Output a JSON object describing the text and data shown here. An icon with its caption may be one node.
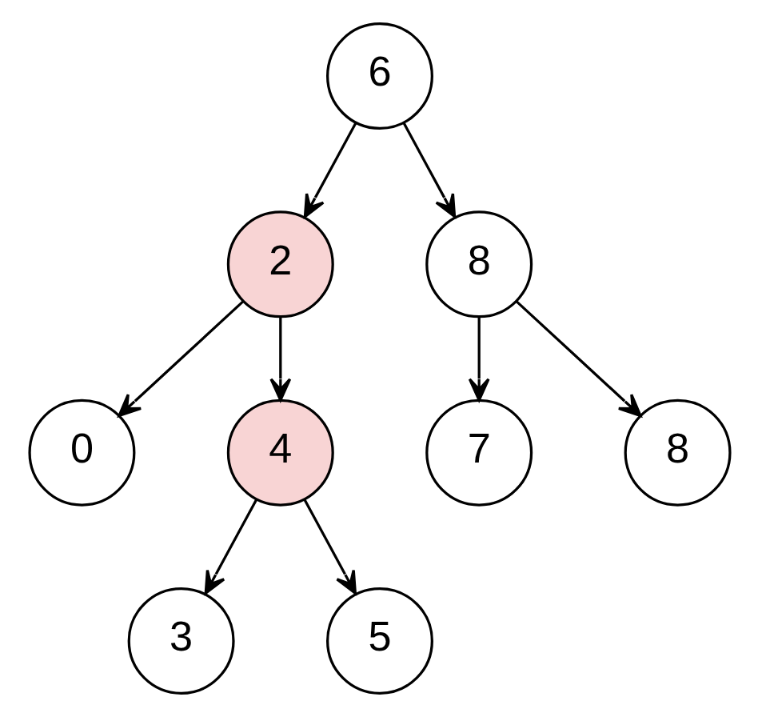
{
  "diagram": {
    "nodes": [
      {
        "text": [
          "6"
        ]
      },
      {
        "text": [
          "2"
        ]
      },
      {
        "text": [
          "8"
        ]
      },
      {
        "text": [
          "0"
        ]
      },
      {
        "text": [
          "4"
        ]
      },
      {
        "text": [
          "7"
        ]
      },
      {
        "text": [
          "8"
        ]
      },
      {
        "text": [
          "3"
        ]
      },
      {
        "text": [
          "5"
        ]
      }
    ],
    "edges": [
      {
        "from": 0,
        "to": 1,
        "arrow": "to"
      },
      {
        "from": 0,
        "to": 2,
        "arrow": "to"
      },
      {
        "from": 1,
        "to": 3,
        "arrow": "to"
      },
      {
        "from": 1,
        "to": 4,
        "arrow": "to"
      },
      {
        "from": 2,
        "to": 5,
        "arrow": "to"
      },
      {
        "from": 2,
        "to": 6,
        "arrow": "to"
      },
      {
        "from": 4,
        "to": 7,
        "arrow": "to"
      },
      {
        "from": 4,
        "to": 8,
        "arrow": "to"
      }
    ]
  }
}
